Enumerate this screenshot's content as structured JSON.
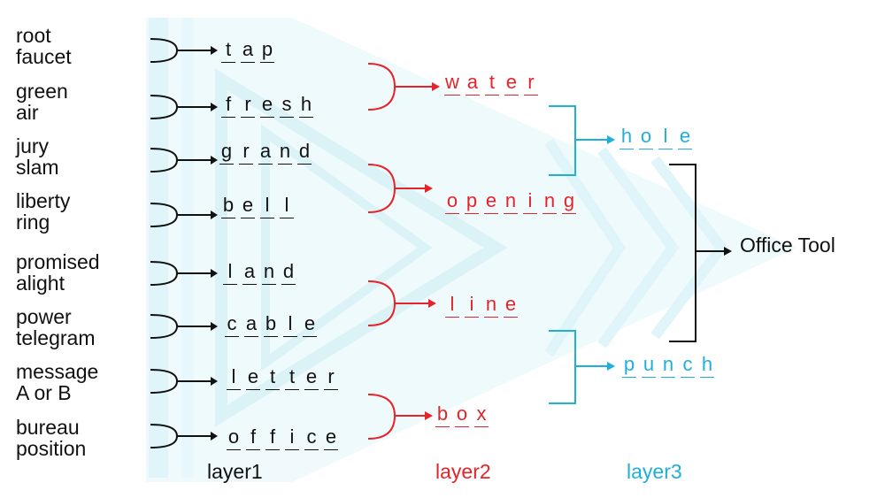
{
  "clues": [
    {
      "a": "root",
      "b": "faucet"
    },
    {
      "a": "green",
      "b": "air"
    },
    {
      "a": "jury",
      "b": "slam"
    },
    {
      "a": "liberty",
      "b": "ring"
    },
    {
      "a": "promised",
      "b": "alight"
    },
    {
      "a": "power",
      "b": "telegram"
    },
    {
      "a": "message",
      "b": "A or B"
    },
    {
      "a": "bureau",
      "b": "position"
    }
  ],
  "layer1_words": [
    "tap",
    "fresh",
    "grand",
    "bell",
    "land",
    "cable",
    "letter",
    "office"
  ],
  "layer2_words": [
    "water",
    "opening",
    "line",
    "box"
  ],
  "layer3_words": [
    "hole",
    "punch"
  ],
  "answer": "Office Tool",
  "layer_labels": {
    "layer1": "layer1",
    "layer2": "layer2",
    "layer3": "layer3"
  },
  "colors": {
    "layer1": "#111111",
    "layer2": "#e5242a",
    "layer3": "#1fb0d8",
    "background_pattern": "#bfeaf2"
  }
}
